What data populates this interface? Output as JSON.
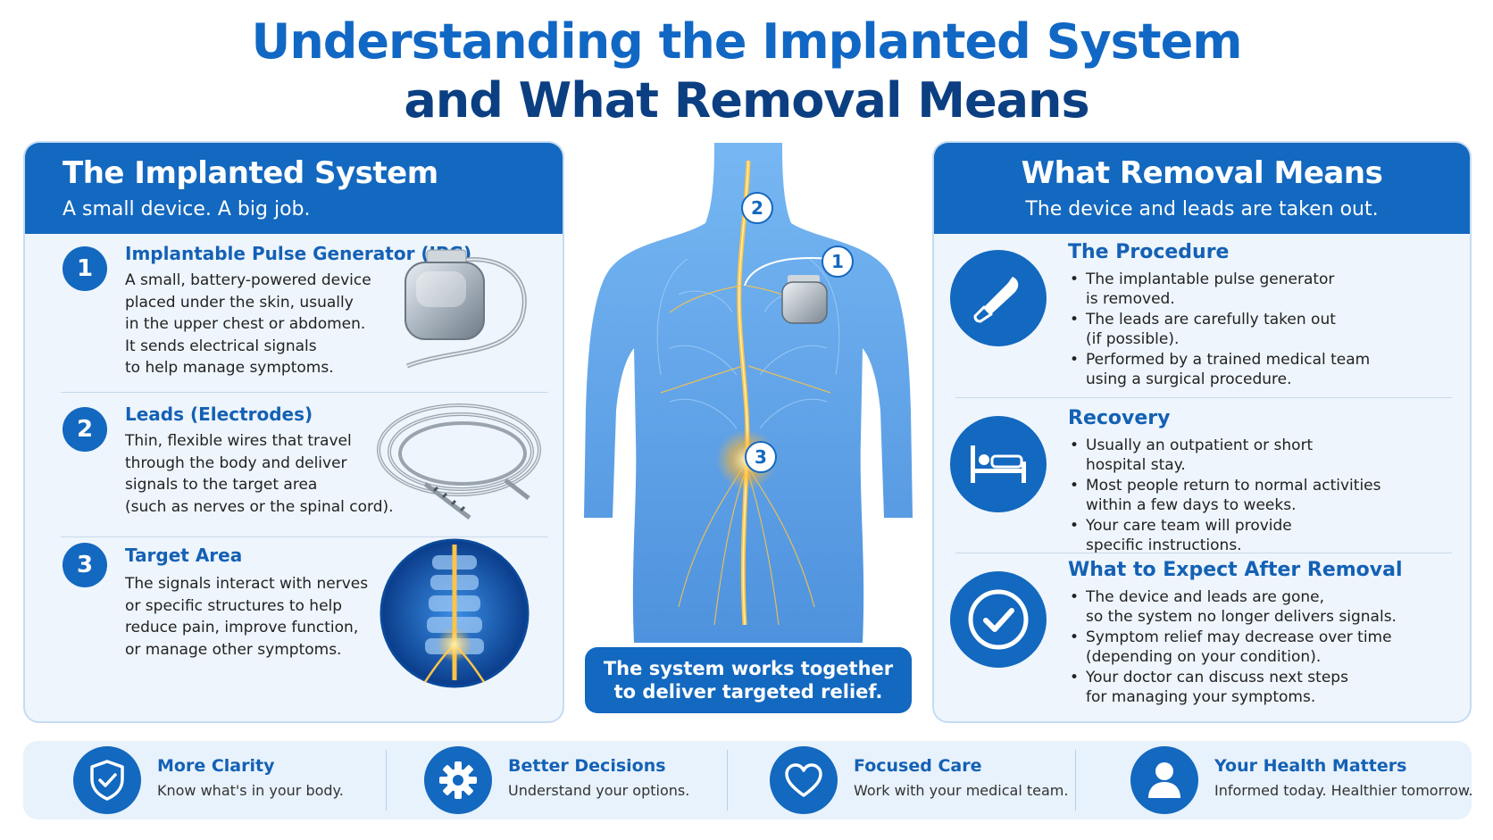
{
  "title": {
    "line1": "Understanding the Implanted System",
    "line2": "and What Removal Means"
  },
  "left_panel": {
    "heading": "The Implanted System",
    "subheading": "A small device. A big job.",
    "items": [
      {
        "number": "1",
        "title": "Implantable Pulse Generator (IPG)",
        "lines": [
          "A small, battery-powered device",
          "placed under the skin, usually",
          "in the upper chest or abdomen.",
          "It sends electrical signals",
          "to help manage symptoms."
        ]
      },
      {
        "number": "2",
        "title": "Leads (Electrodes)",
        "lines": [
          "Thin, flexible wires that travel",
          "through the body and deliver",
          "signals to the target area",
          "(such as nerves or the spinal cord)."
        ]
      },
      {
        "number": "3",
        "title": "Target Area",
        "lines": [
          "The signals interact with nerves",
          "or specific structures to help",
          "reduce pain, improve function,",
          "or manage other symptoms."
        ]
      }
    ]
  },
  "center": {
    "markers": [
      "1",
      "2",
      "3"
    ],
    "caption_line1": "The system works together",
    "caption_line2": "to deliver targeted relief."
  },
  "right_panel": {
    "heading": "What Removal Means",
    "subheading": "The device and leads are taken out.",
    "sections": [
      {
        "icon": "scalpel-icon",
        "title": "The Procedure",
        "bullets": [
          [
            "The implantable pulse generator",
            "is removed."
          ],
          [
            "The leads are carefully taken out",
            "(if possible)."
          ],
          [
            "Performed by a trained medical team",
            "using a surgical procedure."
          ]
        ]
      },
      {
        "icon": "bed-icon",
        "title": "Recovery",
        "bullets": [
          [
            "Usually an outpatient or short",
            "hospital stay."
          ],
          [
            "Most people return to normal activities",
            "within a few days to weeks."
          ],
          [
            "Your care team will provide",
            "specific instructions."
          ]
        ]
      },
      {
        "icon": "checkmark-icon",
        "title": "What to Expect After Removal",
        "bullets": [
          [
            "The device and leads are gone,",
            "so the system no longer delivers signals."
          ],
          [
            "Symptom relief may decrease over time",
            "(depending on your condition)."
          ],
          [
            "Your doctor can discuss next steps",
            "for managing your symptoms."
          ]
        ]
      }
    ]
  },
  "bottom_bar": [
    {
      "icon": "shield-check-icon",
      "title": "More Clarity",
      "desc": "Know what's in your body."
    },
    {
      "icon": "gear-icon",
      "title": "Better Decisions",
      "desc": "Understand your options."
    },
    {
      "icon": "heart-icon",
      "title": "Focused Care",
      "desc": "Work with your medical team."
    },
    {
      "icon": "person-icon",
      "title": "Your Health Matters",
      "desc": "Informed today. Healthier tomorrow."
    }
  ],
  "colors": {
    "primary": "#1368bf",
    "title_blue": "#1167c4",
    "title_navy": "#0b3f82",
    "panel_bg": "#eef5fc",
    "nerve_glow": "#ffb52e"
  }
}
